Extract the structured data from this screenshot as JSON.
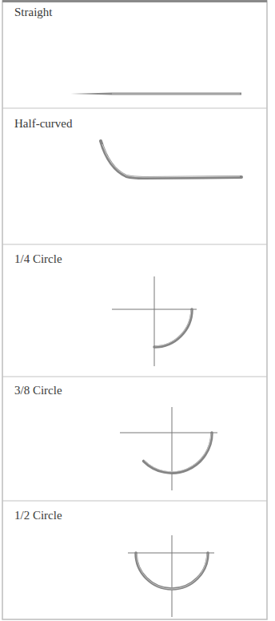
{
  "diagram": {
    "labels": [
      "Straight",
      "Half-curved",
      "1/4 Circle",
      "3/8 Circle",
      "1/2 Circle"
    ]
  }
}
